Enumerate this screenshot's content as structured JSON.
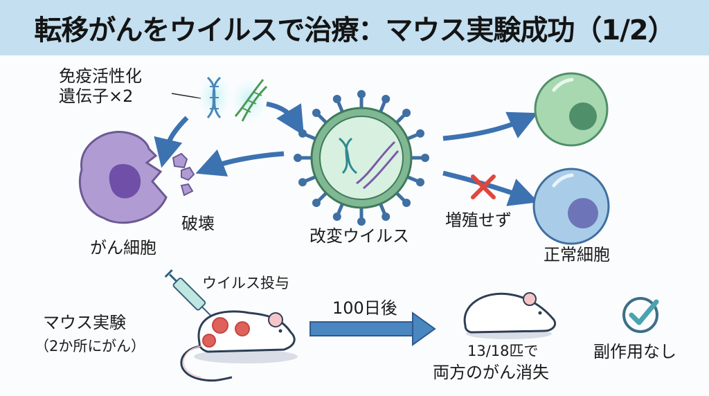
{
  "header": {
    "title": "転移がんをウイルスで治療：マウス実験成功（1/2）"
  },
  "mechanism": {
    "gene_label_line1": "免疫活性化",
    "gene_label_line2": "遺伝子×2",
    "cancer_cell_label": "がん細胞",
    "destroy_label": "破壊",
    "virus_label": "改変ウイルス",
    "no_replication_label": "増殖せず",
    "normal_cell_label": "正常細胞"
  },
  "experiment": {
    "title": "マウス実験",
    "subtitle": "（2か所にがん）",
    "injection_label": "ウイルス投与",
    "time_label": "100日後",
    "result_line1": "13/18匹で",
    "result_line2": "両方のがん消失",
    "side_effect_label": "副作用なし"
  },
  "colors": {
    "header_bg": "#c3dff0",
    "arrow": "#3d72b0",
    "virus_green": "#5a9e78",
    "virus_spike": "#3f6fa3",
    "cancer_purple": "#a791cc",
    "normal_green": "#a8d8b0",
    "normal_blue": "#a9cde8",
    "cross_red": "#e0463c",
    "check_teal": "#4a9aa8"
  }
}
